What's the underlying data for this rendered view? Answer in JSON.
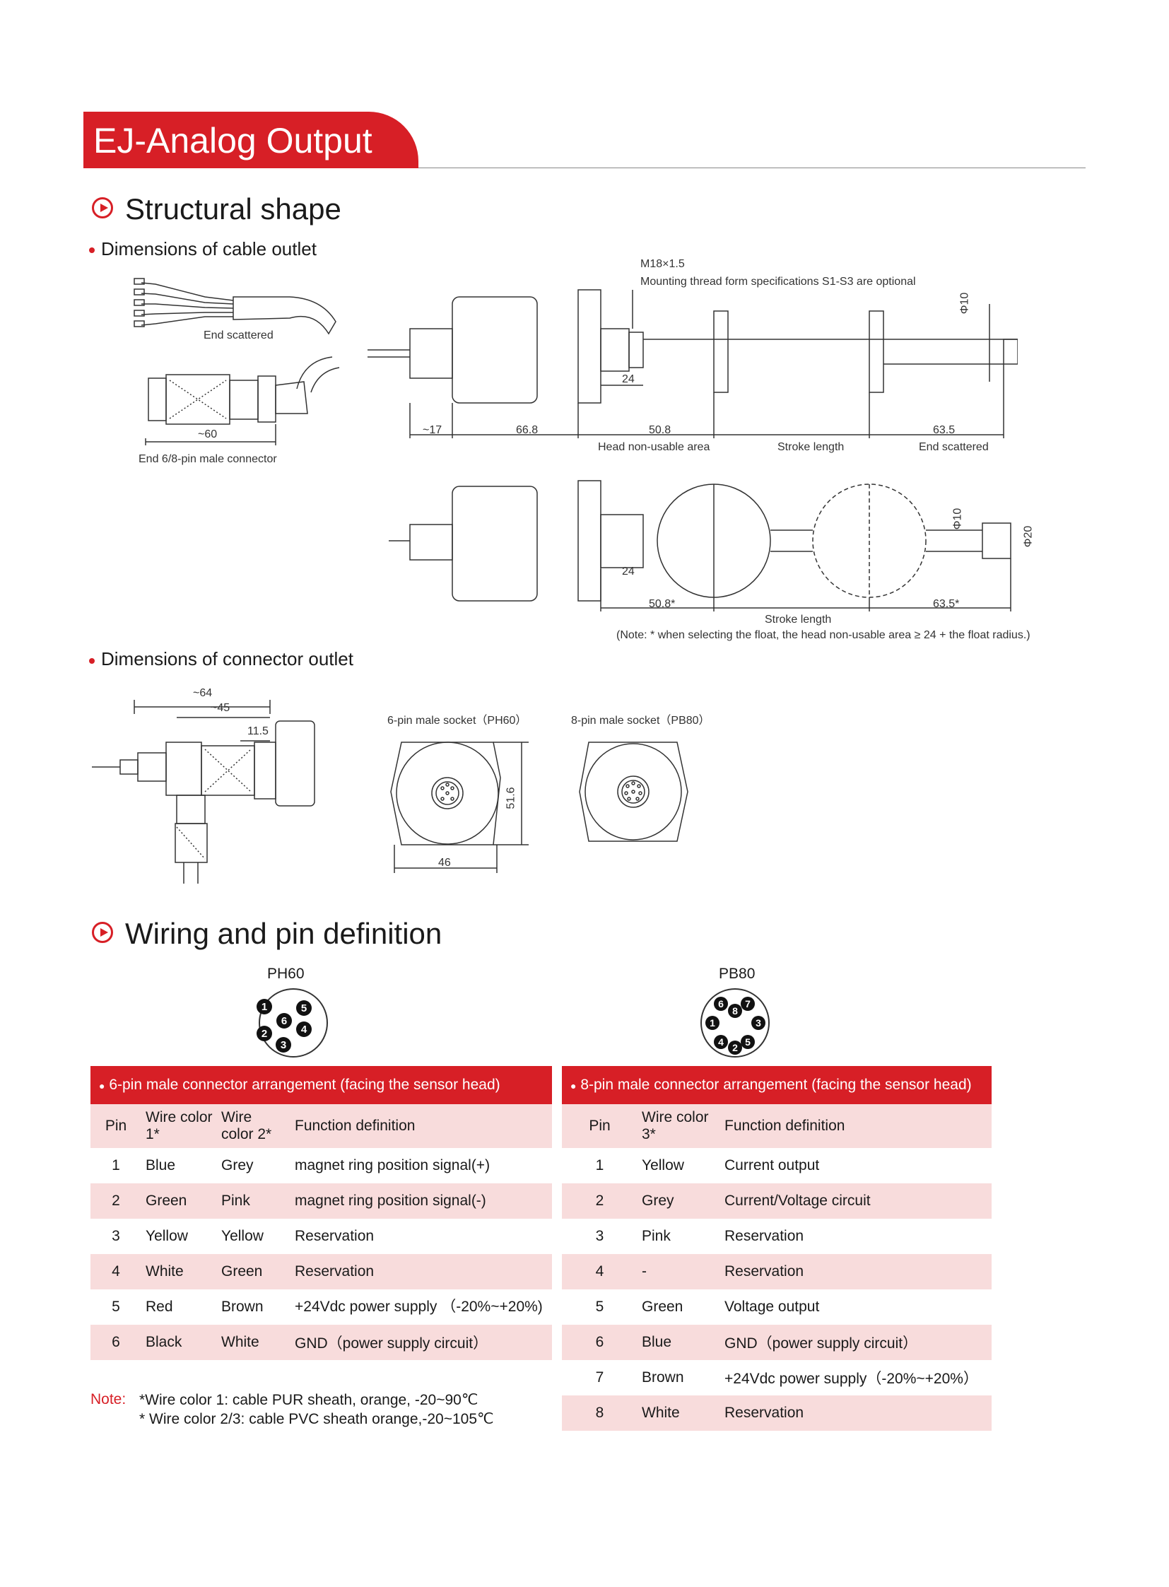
{
  "banner": {
    "title": "EJ-Analog Output"
  },
  "sections": {
    "structural": "Structural shape",
    "wiring": "Wiring and pin definition"
  },
  "subsections": {
    "cable_outlet": "Dimensions of cable outlet",
    "connector_outlet": "Dimensions of connector outlet"
  },
  "cable_drawing": {
    "end_scattered": "End scattered",
    "connector_len": "~60",
    "connector_label": "End 6/8-pin male connector",
    "thread": "M18×1.5",
    "thread_note": "Mounting thread form specifications S1-S3 are optional",
    "phi10": "Φ10",
    "d24": "24",
    "d17": "~17",
    "d668": "66.8",
    "d508": "50.8",
    "d635": "63.5",
    "head_area": "Head non-usable area",
    "stroke": "Stroke length",
    "end_scattered2": "End scattered"
  },
  "float_drawing": {
    "phi10": "Φ10",
    "phi20": "Φ20",
    "d24": "24",
    "d508": "50.8*",
    "d635": "63.5*",
    "stroke": "Stroke length",
    "note": "(Note: * when selecting the float, the head non-usable area ≥ 24 + the float radius.)"
  },
  "connector_drawing": {
    "d64": "~64",
    "d45": "~45",
    "d115": "11.5",
    "socket6": "6-pin male socket（PH60）",
    "socket8": "8-pin male socket（PB80）",
    "d516": "51.6",
    "d46": "46"
  },
  "pins": {
    "ph60_label": "PH60",
    "pb80_label": "PB80",
    "ph60_numbers": [
      "1",
      "2",
      "3",
      "4",
      "5",
      "6"
    ],
    "pb80_numbers": [
      "1",
      "2",
      "3",
      "4",
      "5",
      "6",
      "7",
      "8"
    ]
  },
  "table6": {
    "title": "6-pin male connector arrangement (facing the sensor head)",
    "headers": [
      "Pin",
      "Wire color 1*",
      "Wire color 2*",
      "Function definition"
    ],
    "rows": [
      [
        "1",
        "Blue",
        "Grey",
        "magnet ring position signal(+)"
      ],
      [
        "2",
        "Green",
        "Pink",
        "magnet ring position signal(-)"
      ],
      [
        "3",
        "Yellow",
        "Yellow",
        "Reservation"
      ],
      [
        "4",
        "White",
        "Green",
        "Reservation"
      ],
      [
        "5",
        "Red",
        "Brown",
        "+24Vdc  power supply （-20%~+20%)"
      ],
      [
        "6",
        "Black",
        "White",
        "GND（power supply circuit）"
      ]
    ]
  },
  "table8": {
    "title": "8-pin male connector arrangement (facing the sensor head)",
    "headers": [
      "Pin",
      "Wire color 3*",
      "Function definition"
    ],
    "rows": [
      [
        "1",
        "Yellow",
        "Current output"
      ],
      [
        "2",
        "Grey",
        "Current/Voltage circuit"
      ],
      [
        "3",
        "Pink",
        "Reservation"
      ],
      [
        "4",
        "-",
        "Reservation"
      ],
      [
        "5",
        "Green",
        "Voltage output"
      ],
      [
        "6",
        "Blue",
        "GND（power supply circuit）"
      ],
      [
        "7",
        "Brown",
        "+24Vdc power supply（-20%~+20%）"
      ],
      [
        "8",
        "White",
        "Reservation"
      ]
    ]
  },
  "notes": {
    "label": "Note:",
    "line1": "*Wire color 1: cable PUR sheath, orange, -20~90℃",
    "line2": "* Wire color 2/3: cable PVC sheath orange,-20~105℃"
  },
  "colors": {
    "accent": "#d71f26",
    "row_alt": "#f8dcdc"
  }
}
